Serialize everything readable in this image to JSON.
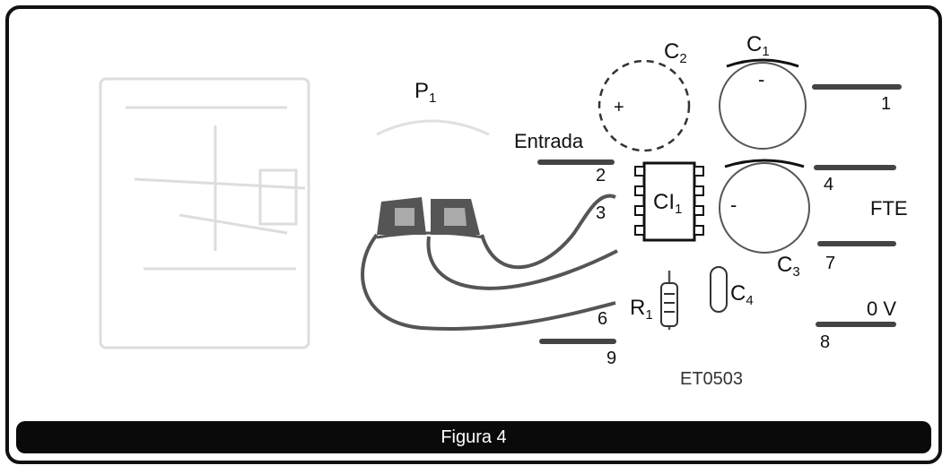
{
  "labels": {
    "p1": "P",
    "p1_sub": "1",
    "c2": "C",
    "c2_sub": "2",
    "c1": "C",
    "c1_sub": "1",
    "c3": "C",
    "c3_sub": "3",
    "c4": "C",
    "c4_sub": "4",
    "ci1": "CI",
    "ci1_sub": "1",
    "r1": "R",
    "r1_sub": "1",
    "entrada": "Entrada",
    "fte": "FTE",
    "zero_v": "0 V",
    "code": "ET0503",
    "plus_c2": "+",
    "minus_c1": "-",
    "minus_c3": "-"
  },
  "pins": {
    "p1": "1",
    "p2": "2",
    "p3": "3",
    "p4": "4",
    "p6": "6",
    "p7": "7",
    "p8": "8",
    "p9": "9"
  },
  "caption": "Figura 4"
}
